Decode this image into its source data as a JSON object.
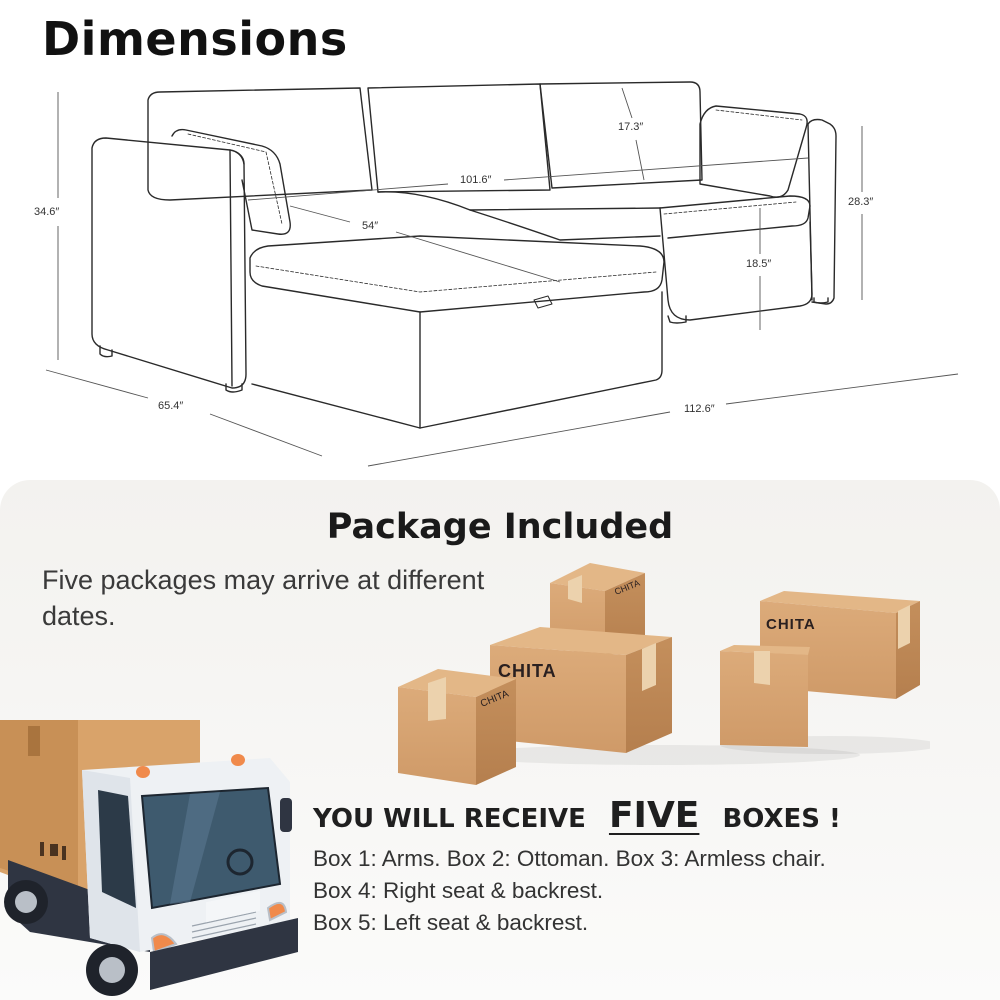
{
  "dimensions": {
    "title": "Dimensions",
    "labels": {
      "overall_height": "34.6″",
      "back_cushion_height": "17.3″",
      "seat_width": "101.6″",
      "chaise_depth": "54″",
      "back_height": "28.3″",
      "seat_height": "18.5″",
      "overall_depth": "65.4″",
      "overall_width": "112.6″"
    }
  },
  "package": {
    "title": "Package Included",
    "note": "Five packages may arrive at different dates.",
    "brand": "CHITA",
    "receive": {
      "prefix": "YOU WILL RECEIVE",
      "highlight": "FIVE",
      "suffix": "BOXES !"
    },
    "boxes": [
      "Box 1: Arms. Box 2: Ottoman. Box 3: Armless chair.",
      "Box 4: Right seat & backrest.",
      "Box 5: Left seat & backrest."
    ]
  },
  "colors": {
    "cardboard": "#d9a877",
    "cardboard_dark": "#c48f5c",
    "tape": "#ecd2ad",
    "truck_body": "#f1f3f5",
    "truck_chassis": "#2f3542",
    "window": "#3e5a6e",
    "light": "#f08a4b"
  }
}
